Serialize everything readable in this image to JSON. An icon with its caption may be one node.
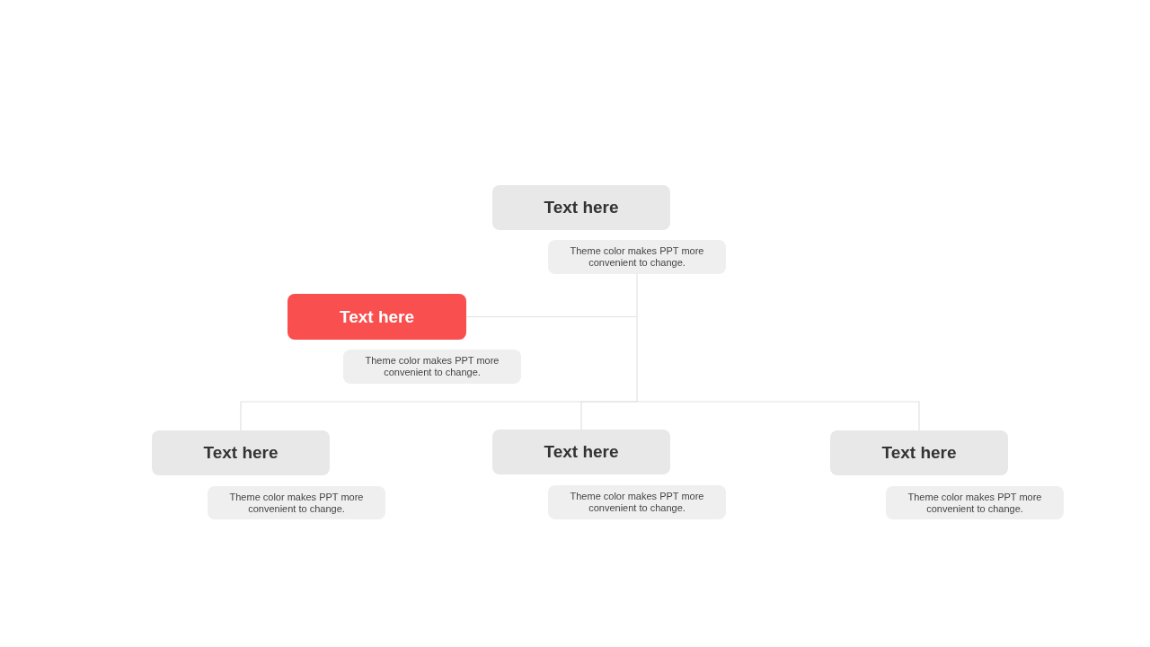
{
  "diagram": {
    "nodes": [
      {
        "text": [
          "Text here"
        ]
      },
      {
        "text": [
          "Theme color makes PPT more convenient to change."
        ]
      },
      {
        "text": [
          "Text here"
        ]
      },
      {
        "text": [
          "Theme color makes PPT more convenient to change."
        ]
      },
      {
        "text": [
          "Text here"
        ]
      },
      {
        "text": [
          "Theme color makes PPT more convenient to change."
        ]
      },
      {
        "text": [
          "Text here"
        ]
      },
      {
        "text": [
          "Theme color makes PPT more convenient to change."
        ]
      },
      {
        "text": [
          "Text here"
        ]
      },
      {
        "text": [
          "Theme color makes PPT more convenient to change."
        ]
      }
    ],
    "edges": [
      {
        "from": 1,
        "to": 2,
        "arrow": "none"
      },
      {
        "from": 1,
        "to": 4,
        "arrow": "none"
      },
      {
        "from": 1,
        "to": 6,
        "arrow": "none"
      },
      {
        "from": 1,
        "to": 8,
        "arrow": "none"
      }
    ]
  }
}
